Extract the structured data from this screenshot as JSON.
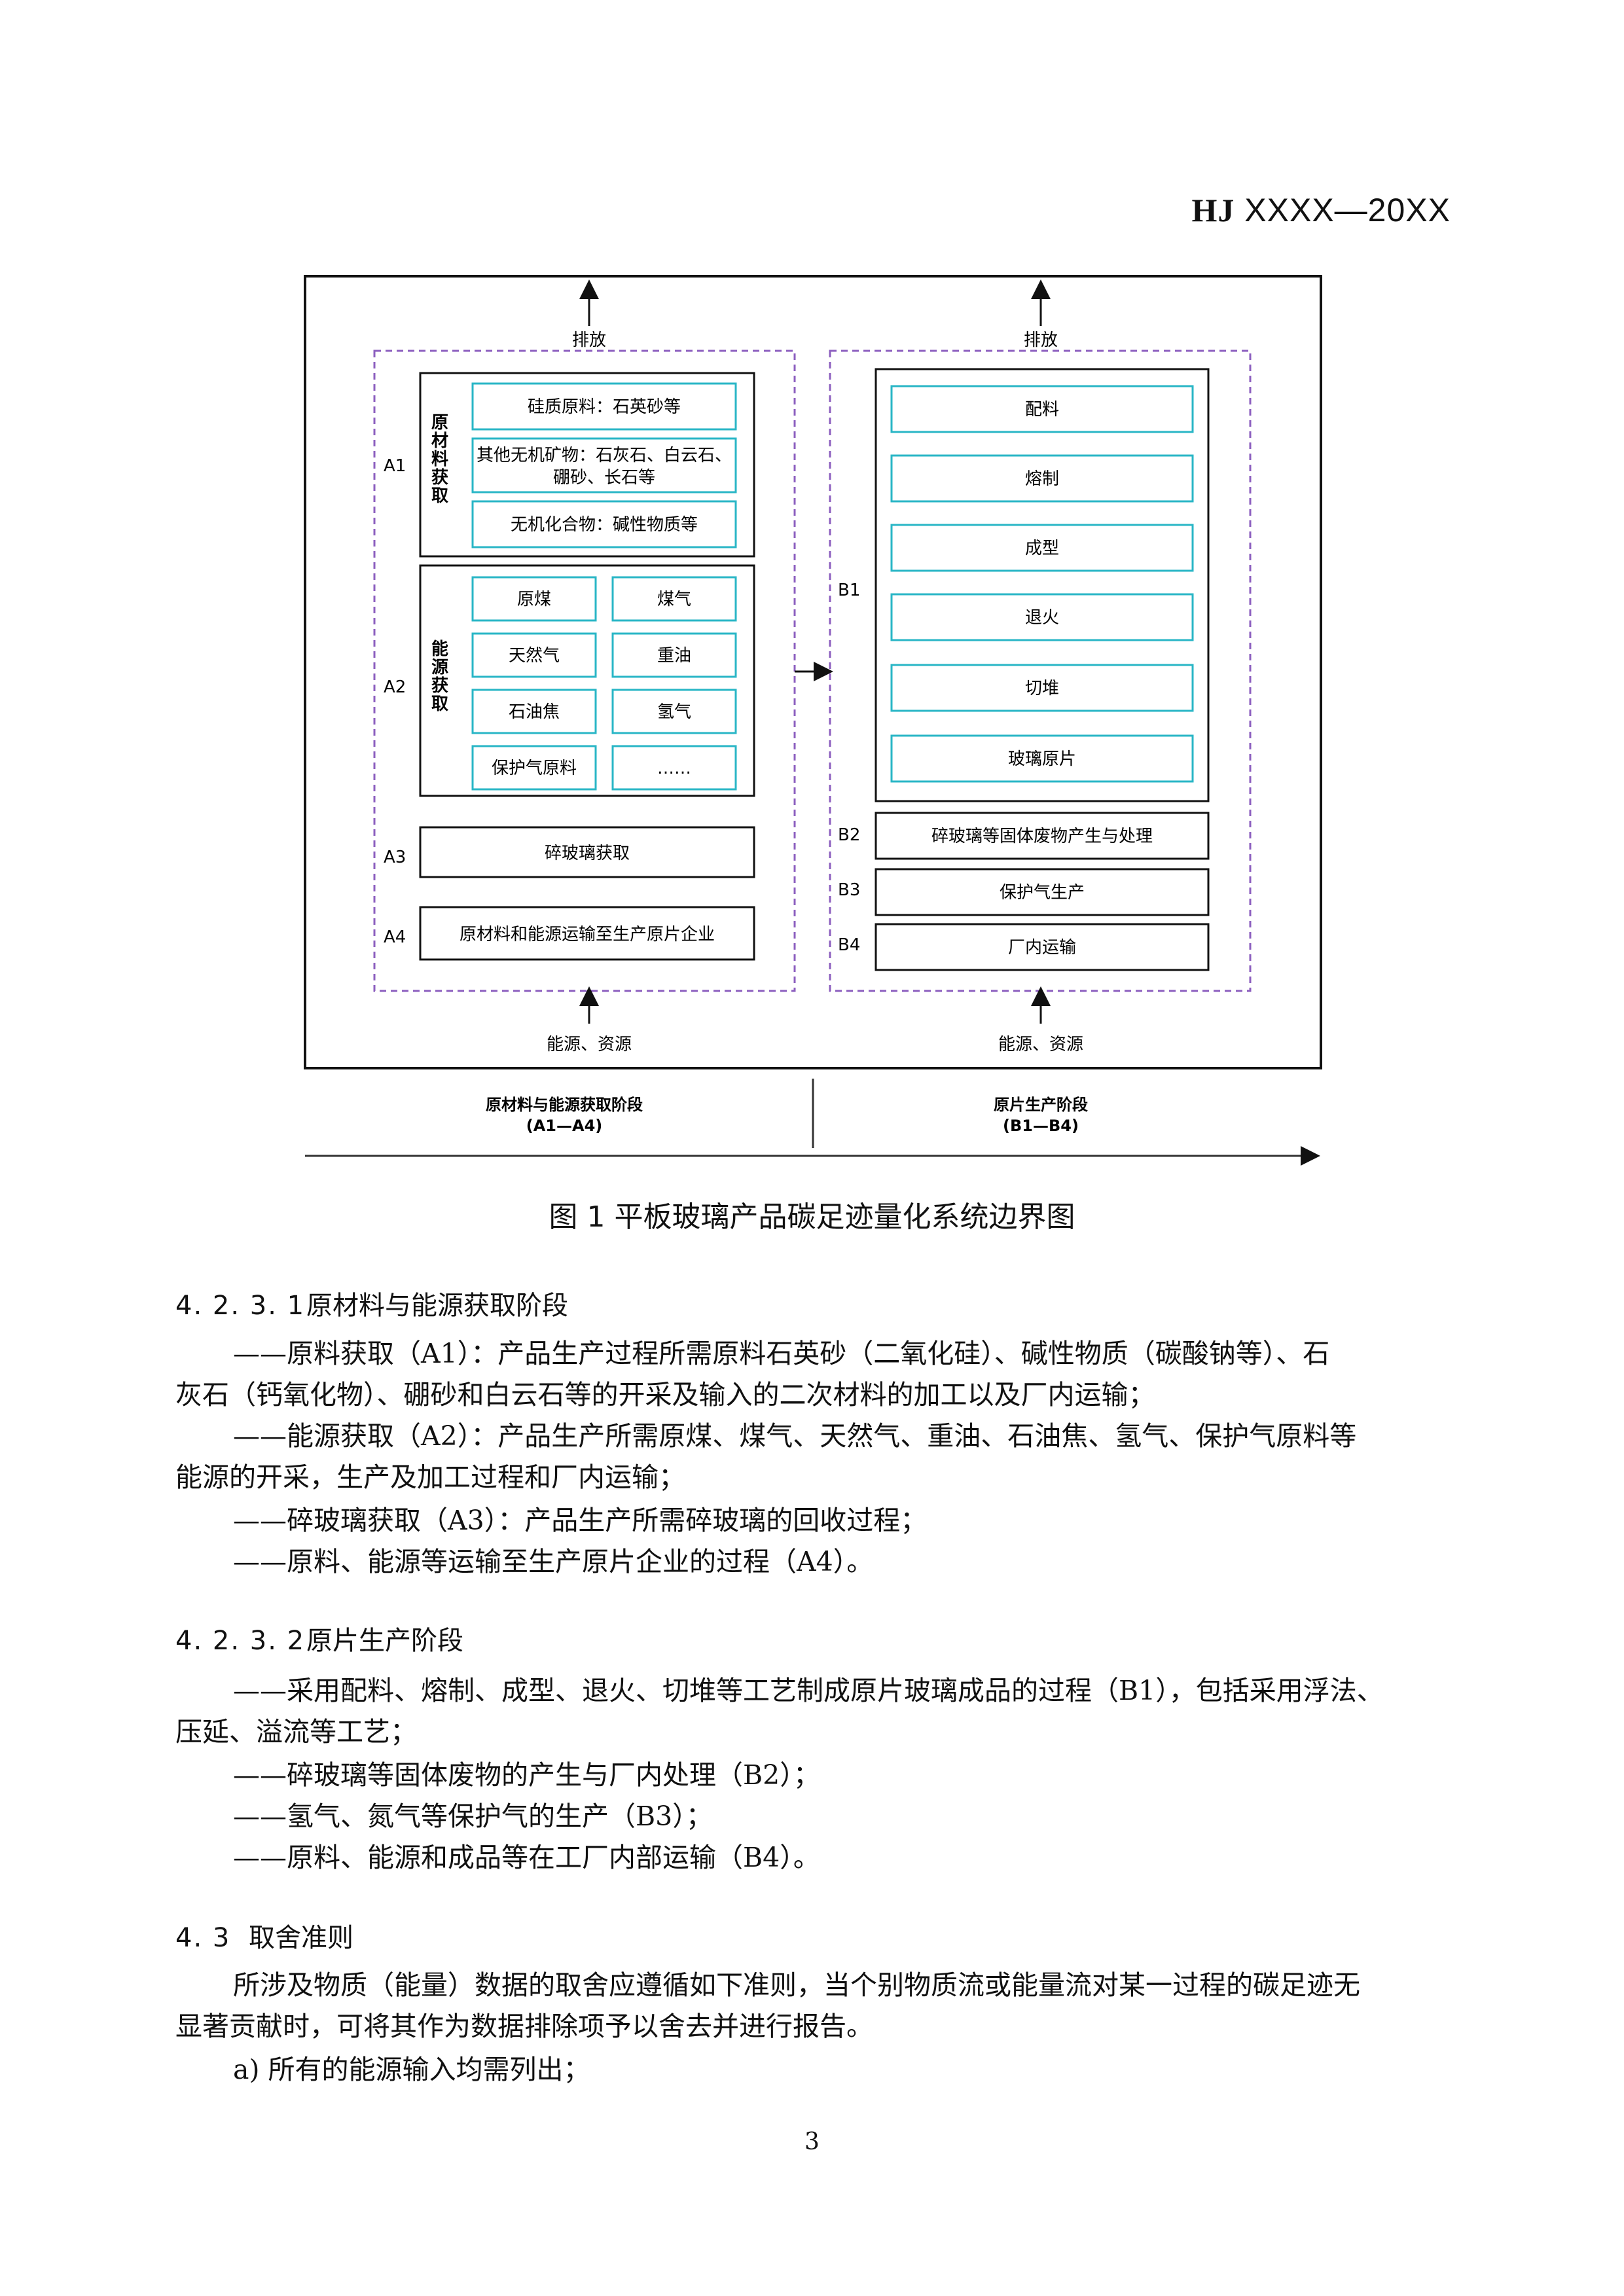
{
  "header": {
    "hj": "HJ",
    "code": "XXXX—20XX"
  },
  "diagram": {
    "emission_left": "排放",
    "emission_right": "排放",
    "raw_group_label": [
      "原",
      "材",
      "料",
      "获",
      "取"
    ],
    "energy_group_label": [
      "能",
      "源",
      "获",
      "取"
    ],
    "raw_items": [
      "硅质原料：石英砂等",
      "其他无机矿物：石灰石、白云石、",
      "硼砂、长石等",
      "无机化合物：碱性物质等"
    ],
    "energy_items": [
      "原煤",
      "煤气",
      "天然气",
      "重油",
      "石油焦",
      "氢气",
      "保护气原料",
      "……"
    ],
    "a3_box": "碎玻璃获取",
    "a4_box": "原材料和能源运输至生产原片企业",
    "b1_items": [
      "配料",
      "熔制",
      "成型",
      "退火",
      "切堆",
      "玻璃原片"
    ],
    "b2_box": "碎玻璃等固体废物产生与处理",
    "b3_box": "保护气生产",
    "b4_box": "厂内运输",
    "labels": {
      "a1": "A1",
      "a2": "A2",
      "a3": "A3",
      "a4": "A4",
      "b1": "B1",
      "b2": "B2",
      "b3": "B3",
      "b4": "B4"
    },
    "input_left": "能源、资源",
    "input_right": "能源、资源",
    "stage_left_title": "原材料与能源获取阶段",
    "stage_left_range": "(A1—A4)",
    "stage_right_title": "原片生产阶段",
    "stage_right_range": "(B1—B4)"
  },
  "caption": "图 1  平板玻璃产品碳足迹量化系统边界图",
  "sections": {
    "s1_num": "4. 2. 3. 1",
    "s1_title": "原材料与能源获取阶段",
    "s1_p1_a": "——原料获取（A1）：产品生产过程所需原料石英砂（二氧化硅）、碱性物质（碳酸钠等）、石",
    "s1_p1_b": "灰石（钙氧化物）、硼砂和白云石等的开采及输入的二次材料的加工以及厂内运输；",
    "s1_p2_a": "——能源获取（A2）：产品生产所需原煤、煤气、天然气、重油、石油焦、氢气、保护气原料等",
    "s1_p2_b": "能源的开采，生产及加工过程和厂内运输；",
    "s1_p3": "——碎玻璃获取（A3）：产品生产所需碎玻璃的回收过程；",
    "s1_p4": "——原料、能源等运输至生产原片企业的过程（A4）。",
    "s2_num": "4. 2. 3. 2",
    "s2_title": "原片生产阶段",
    "s2_p1_a": "——采用配料、熔制、成型、退火、切堆等工艺制成原片玻璃成品的过程（B1），包括采用浮法、",
    "s2_p1_b": "压延、溢流等工艺；",
    "s2_p2": "——碎玻璃等固体废物的产生与厂内处理（B2）；",
    "s2_p3": "——氢气、氮气等保护气的生产（B3）；",
    "s2_p4": "——原料、能源和成品等在工厂内部运输（B4）。",
    "s3_num": "4. 3",
    "s3_title": "取舍准则",
    "s3_p1_a": "所涉及物质（能量）数据的取舍应遵循如下准则，当个别物质流或能量流对某一过程的碳足迹无",
    "s3_p1_b": "显著贡献时，可将其作为数据排除项予以舍去并进行报告。",
    "s3_item_a": "a) 所有的能源输入均需列出；"
  },
  "page_number": "3"
}
